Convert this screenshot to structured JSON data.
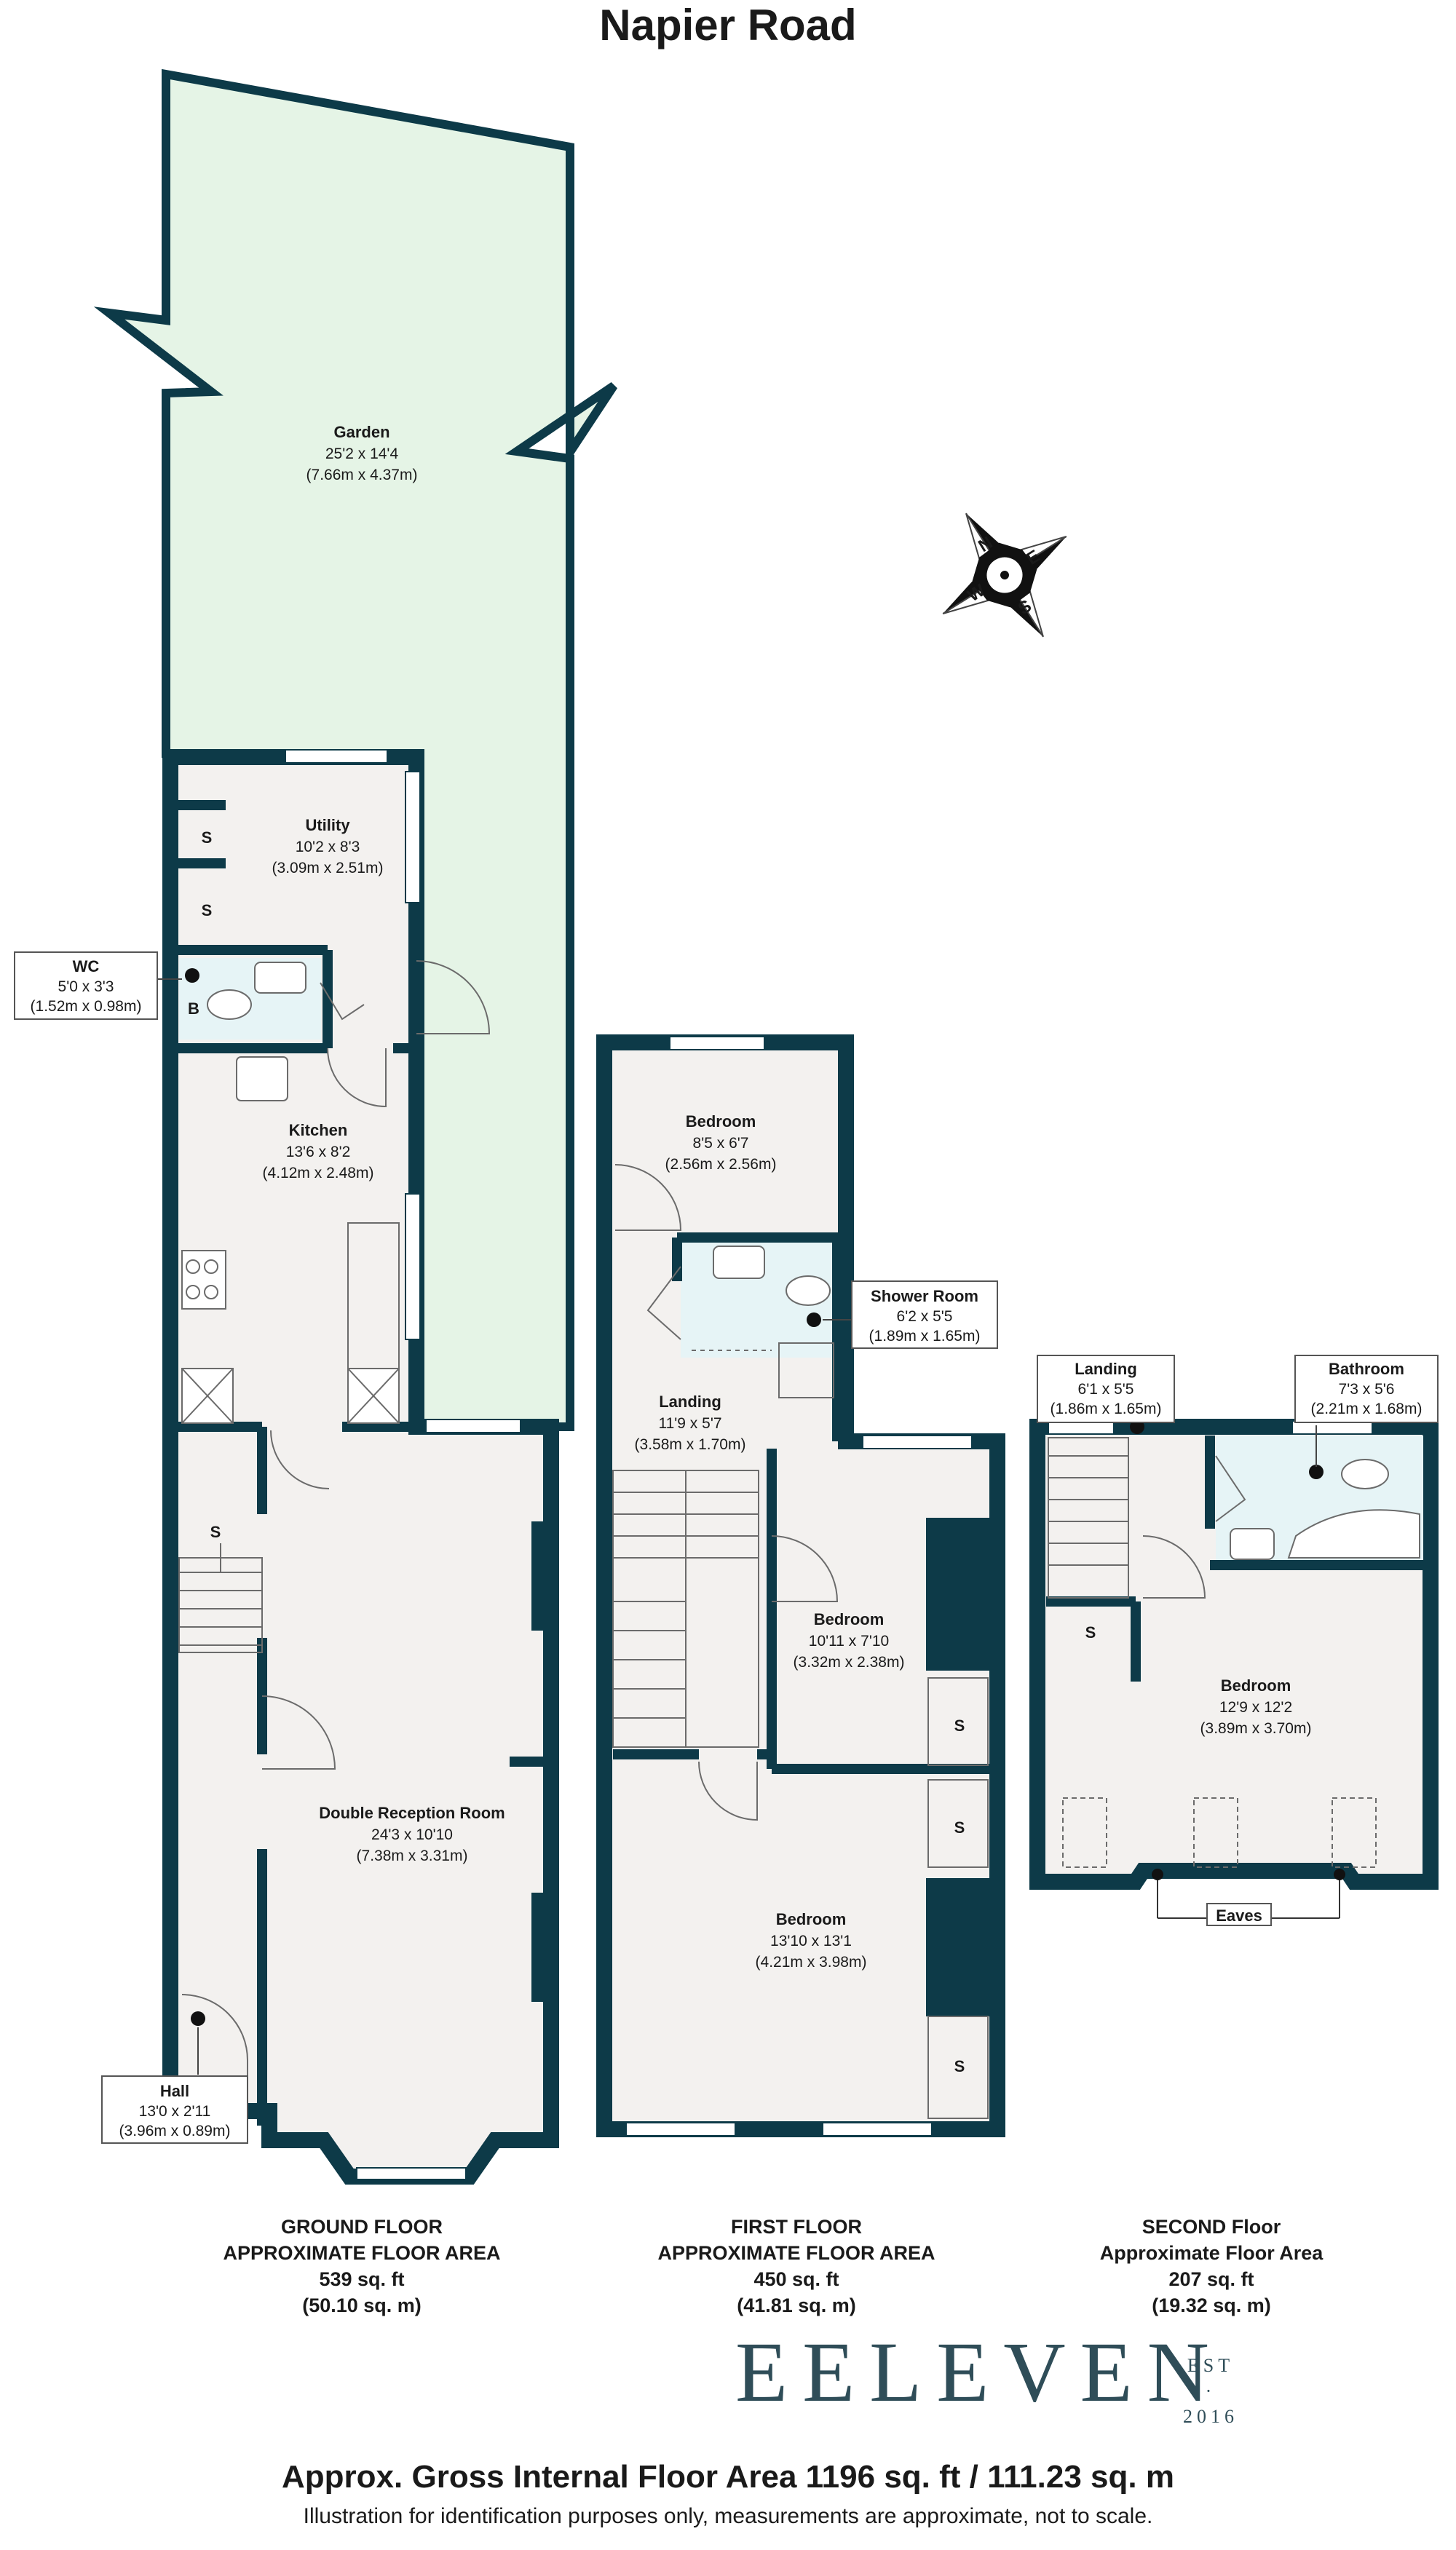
{
  "title": "Napier Road",
  "colors": {
    "wall": "#0d3a48",
    "garden": "#e5f4e6",
    "floor": "#f3f1ef",
    "wet": "#e6f4f6",
    "brand": "#2f4d58"
  },
  "rooms": {
    "garden": {
      "name": "Garden",
      "imperial": "25'2 x 14'4",
      "metric": "(7.66m x 4.37m)"
    },
    "utility": {
      "name": "Utility",
      "imperial": "10'2 x 8'3",
      "metric": "(3.09m x 2.51m)"
    },
    "wc": {
      "name": "WC",
      "imperial": "5'0 x 3'3",
      "metric": "(1.52m x 0.98m)"
    },
    "kitchen": {
      "name": "Kitchen",
      "imperial": "13'6 x 8'2",
      "metric": "(4.12m x 2.48m)"
    },
    "reception": {
      "name": "Double Reception Room",
      "imperial": "24'3 x 10'10",
      "metric": "(7.38m x 3.31m)"
    },
    "hall": {
      "name": "Hall",
      "imperial": "13'0 x 2'11",
      "metric": "(3.96m x 0.89m)"
    },
    "bedroom_rear": {
      "name": "Bedroom",
      "imperial": "8'5 x 6'7",
      "metric": "(2.56m x 2.56m)"
    },
    "shower": {
      "name": "Shower Room",
      "imperial": "6'2 x 5'5",
      "metric": "(1.89m x 1.65m)"
    },
    "landing1": {
      "name": "Landing",
      "imperial": "11'9 x 5'7",
      "metric": "(3.58m x 1.70m)"
    },
    "bedroom_mid": {
      "name": "Bedroom",
      "imperial": "10'11 x 7'10",
      "metric": "(3.32m x 2.38m)"
    },
    "bedroom_front": {
      "name": "Bedroom",
      "imperial": "13'10 x 13'1",
      "metric": "(4.21m x 3.98m)"
    },
    "landing2": {
      "name": "Landing",
      "imperial": "6'1 x 5'5",
      "metric": "(1.86m x 1.65m)"
    },
    "bathroom": {
      "name": "Bathroom",
      "imperial": "7'3 x 5'6",
      "metric": "(2.21m x 1.68m)"
    },
    "bedroom_top": {
      "name": "Bedroom",
      "imperial": "12'9 x 12'2",
      "metric": "(3.89m x 3.70m)"
    }
  },
  "markers": {
    "storage": "S",
    "boiler": "B",
    "eaves": "Eaves"
  },
  "compass": {
    "n": "N",
    "e": "E",
    "s": "S",
    "w": "W"
  },
  "floors": {
    "ground": {
      "line1": "GROUND FLOOR",
      "line2": "APPROXIMATE FLOOR AREA",
      "sqft": "539 sq. ft",
      "sqm": "(50.10 sq. m)"
    },
    "first": {
      "line1": "FIRST FLOOR",
      "line2": "APPROXIMATE FLOOR AREA",
      "sqft": "450 sq. ft",
      "sqm": "(41.81 sq. m)"
    },
    "second": {
      "line1": "SECOND Floor",
      "line2": "Approximate Floor Area",
      "sqft": "207 sq. ft",
      "sqm": "(19.32 sq. m)"
    }
  },
  "brand": {
    "name": "EELEVEN",
    "est": "EST",
    "dot": "·",
    "year": "2016"
  },
  "footer": {
    "gross": "Approx. Gross Internal Floor Area 1196 sq. ft / 111.23 sq. m",
    "disclaimer": "Illustration for identification purposes only, measurements are approximate, not to scale."
  }
}
